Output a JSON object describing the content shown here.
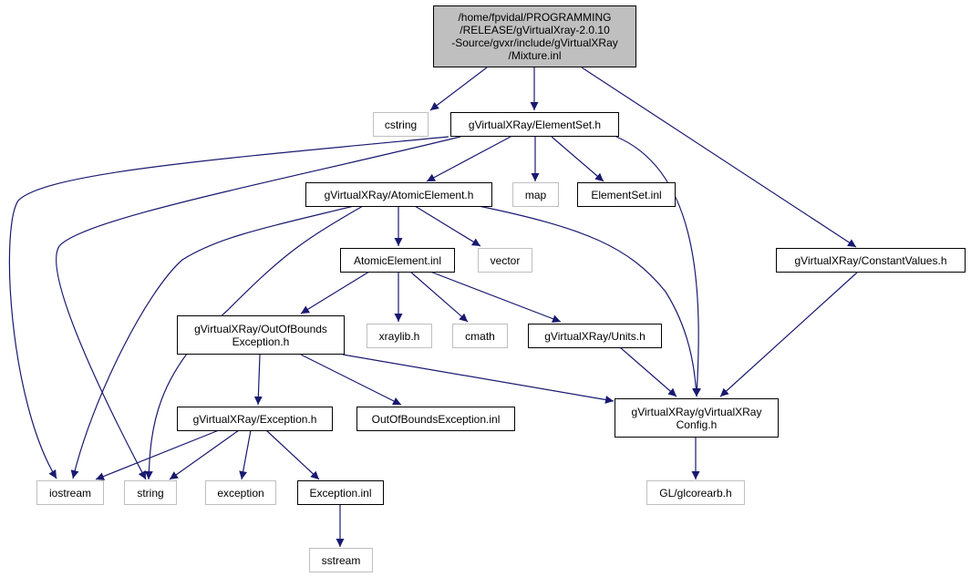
{
  "nodes": {
    "mixture_inl": "/home/fpvidal/PROGRAMMING\n/RELEASE/gVirtualXray-2.0.10\n-Source/gvxr/include/gVirtualXRay\n/Mixture.inl",
    "cstring": "cstring",
    "elementset_h": "gVirtualXRay/ElementSet.h",
    "atomicelement_h": "gVirtualXRay/AtomicElement.h",
    "map": "map",
    "elementset_inl": "ElementSet.inl",
    "constantvalues_h": "gVirtualXRay/ConstantValues.h",
    "atomicelement_inl": "AtomicElement.inl",
    "vector": "vector",
    "outofbounds_h": "gVirtualXRay/OutOfBounds\nException.h",
    "xraylib_h": "xraylib.h",
    "cmath": "cmath",
    "units_h": "gVirtualXRay/Units.h",
    "exception_h": "gVirtualXRay/Exception.h",
    "outofbounds_inl": "OutOfBoundsException.inl",
    "config_h": "gVirtualXRay/gVirtualXRay\nConfig.h",
    "iostream": "iostream",
    "string": "string",
    "exception": "exception",
    "exception_inl": "Exception.inl",
    "glcorearb_h": "GL/glcorearb.h",
    "sstream": "sstream"
  },
  "colors": {
    "edge": "#191970",
    "root_fill": "#bfbfbf",
    "external_border": "#bfbfbf",
    "node_border": "#000000"
  }
}
